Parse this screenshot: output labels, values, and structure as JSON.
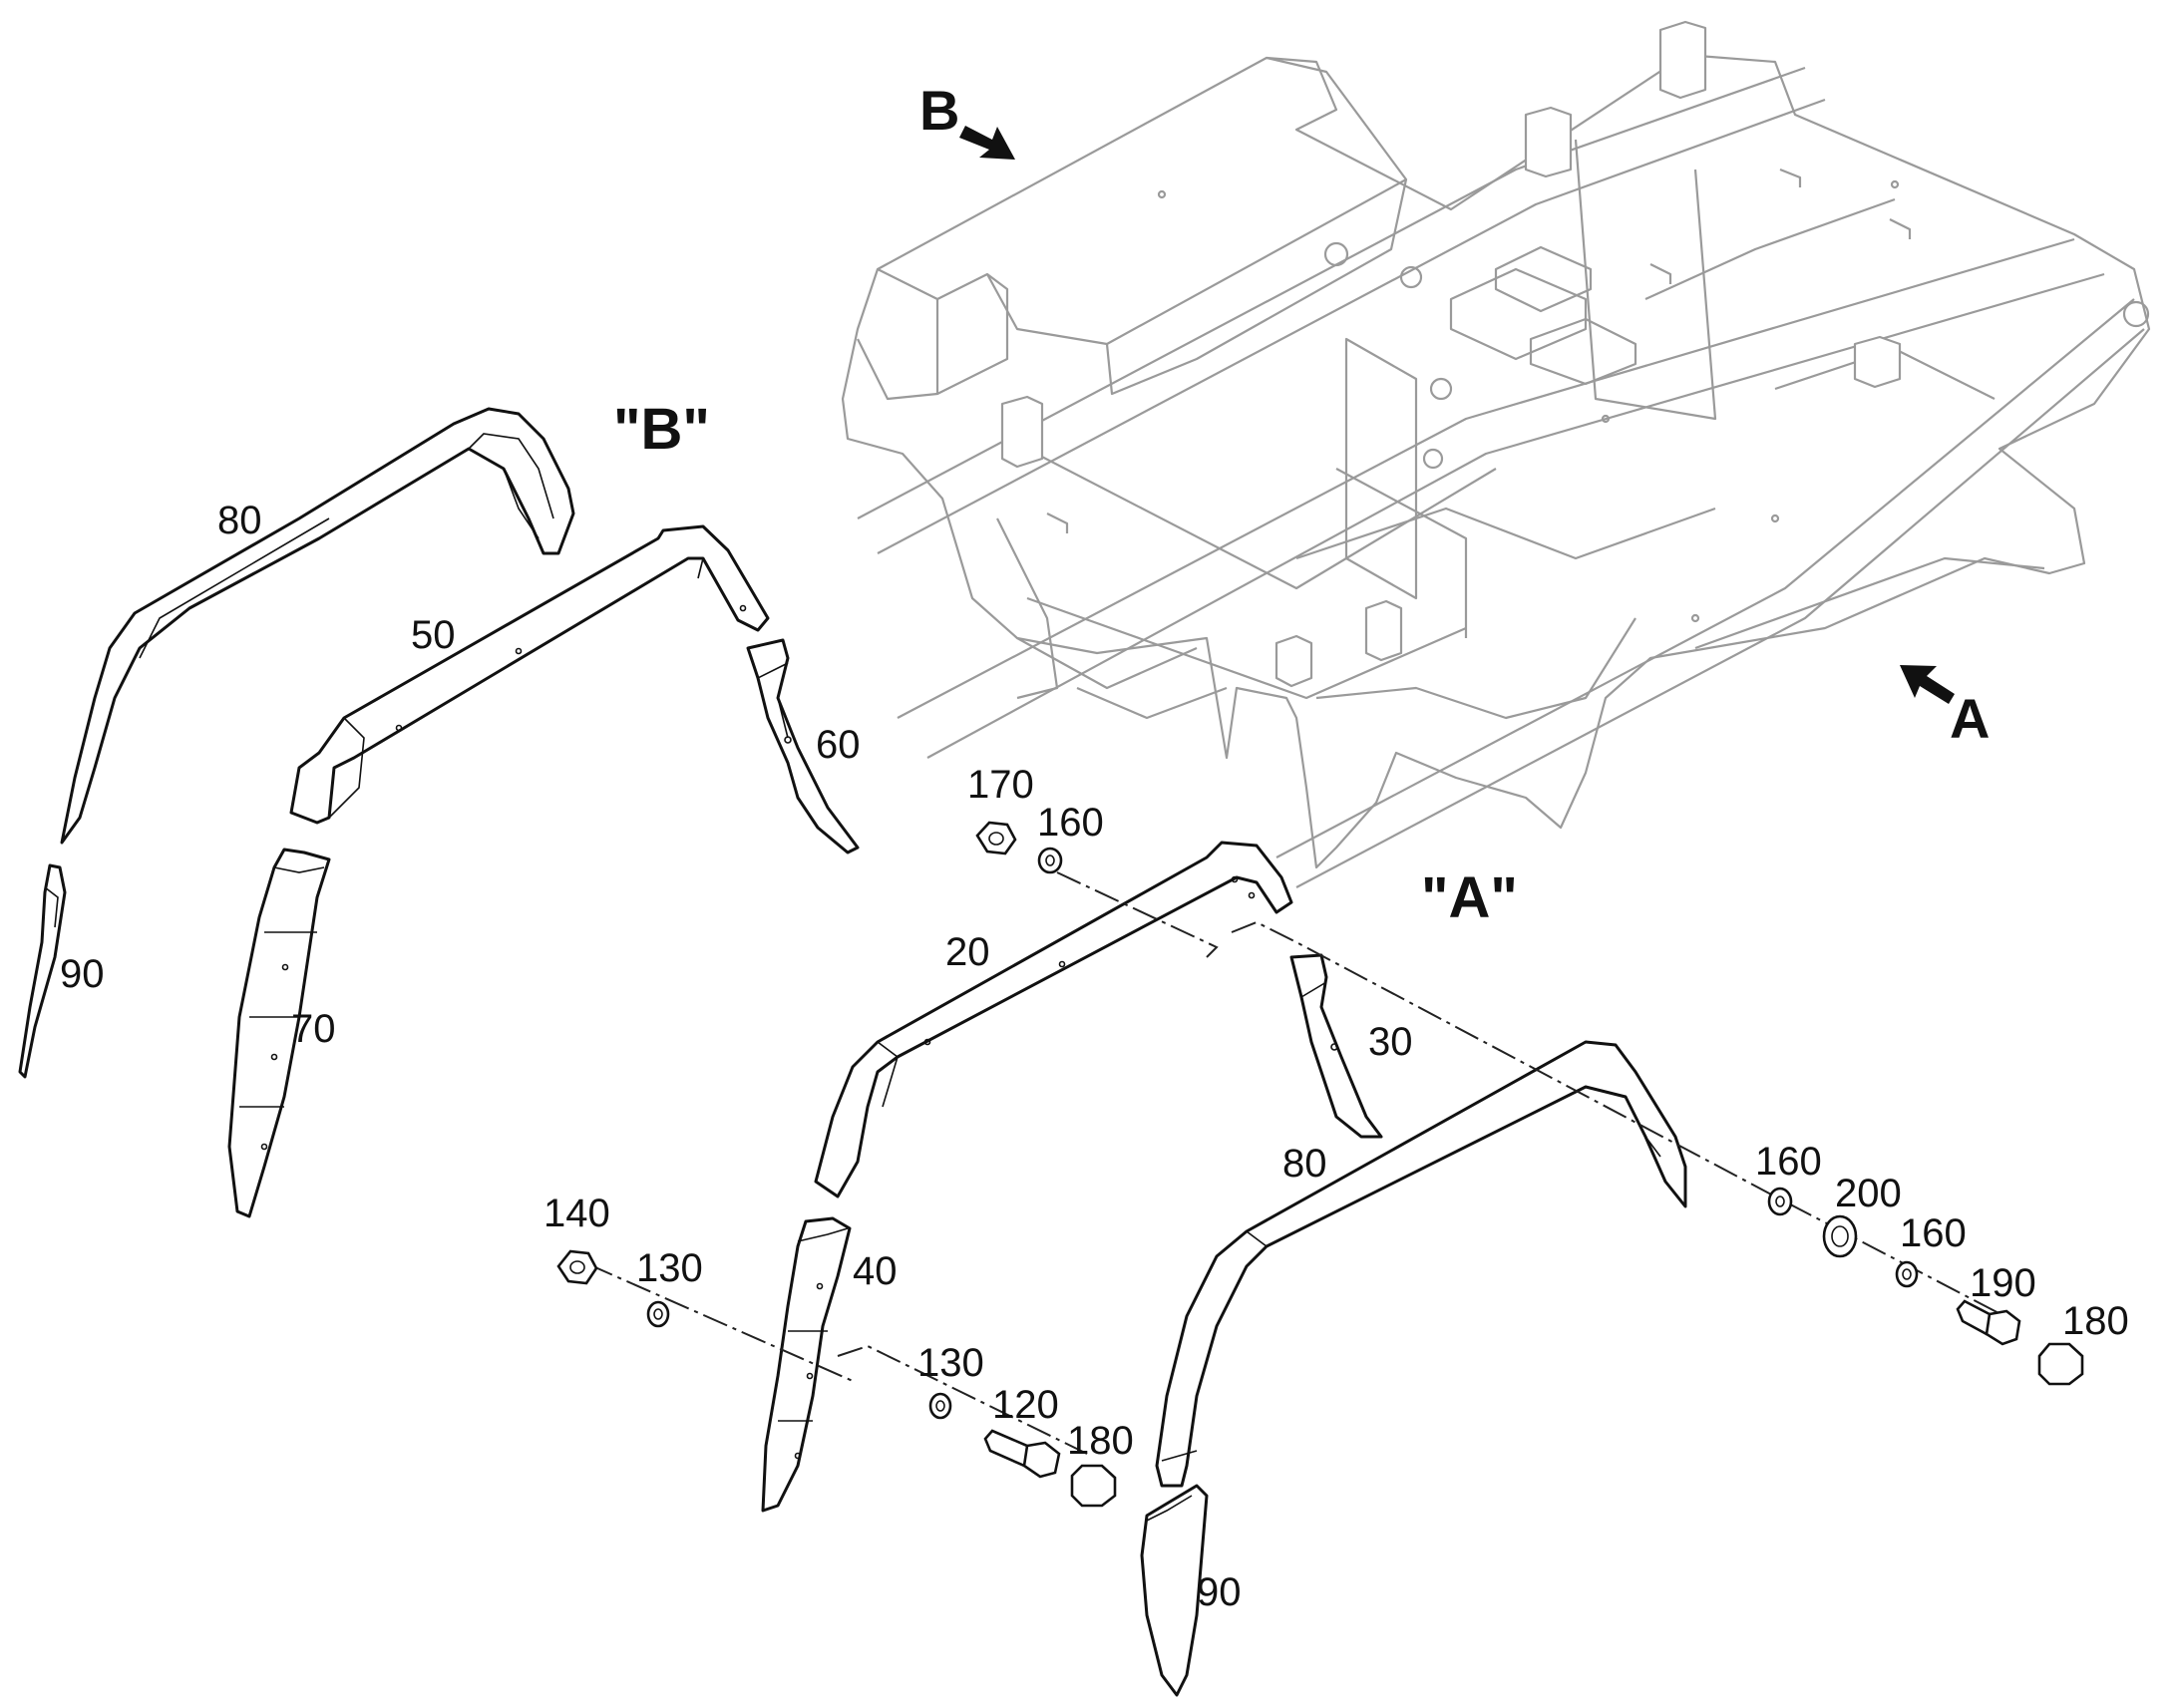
{
  "views": {
    "view_a_label": "\"A\"",
    "view_b_label": "\"B\""
  },
  "direction_arrows": {
    "a": "A",
    "b": "B"
  },
  "callouts": {
    "part_80_upper": "80",
    "part_50": "50",
    "part_60": "60",
    "part_90_upper": "90",
    "part_70": "70",
    "part_170": "170",
    "part_160_upper": "160",
    "part_20": "20",
    "part_30": "30",
    "part_80_lower": "80",
    "part_160_right": "160",
    "part_200": "200",
    "part_160_far": "160",
    "part_190": "190",
    "part_180_right": "180",
    "part_140": "140",
    "part_130_left": "130",
    "part_40": "40",
    "part_130_mid": "130",
    "part_120": "120",
    "part_180_mid": "180",
    "part_90_lower": "90"
  }
}
